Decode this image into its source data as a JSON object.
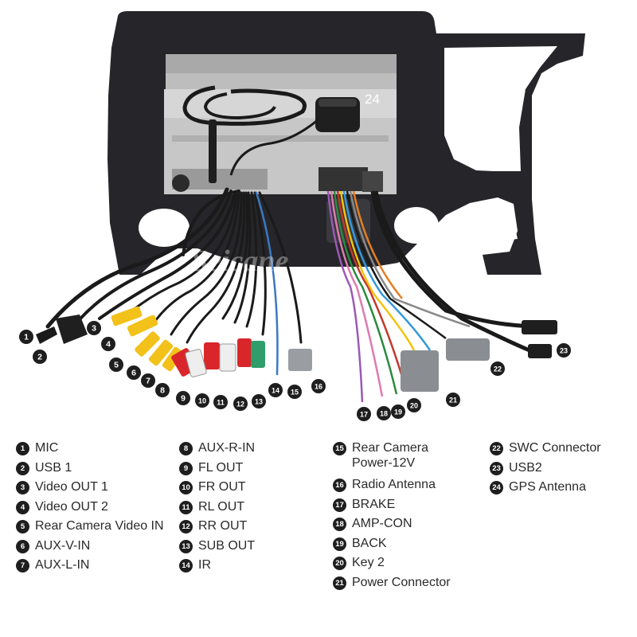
{
  "watermark": "Seicane",
  "gps_tag": "24",
  "legend": [
    {
      "num": "1",
      "label": "MIC"
    },
    {
      "num": "2",
      "label": "USB 1"
    },
    {
      "num": "3",
      "label": "Video OUT 1"
    },
    {
      "num": "4",
      "label": "Video OUT 2"
    },
    {
      "num": "5",
      "label": "Rear Camera Video IN"
    },
    {
      "num": "6",
      "label": "AUX-V-IN"
    },
    {
      "num": "7",
      "label": "AUX-L-IN"
    },
    {
      "num": "8",
      "label": "AUX-R-IN"
    },
    {
      "num": "9",
      "label": "FL OUT"
    },
    {
      "num": "10",
      "label": "FR OUT"
    },
    {
      "num": "11",
      "label": "RL OUT"
    },
    {
      "num": "12",
      "label": "RR OUT"
    },
    {
      "num": "13",
      "label": "SUB OUT"
    },
    {
      "num": "14",
      "label": "IR"
    },
    {
      "num": "15",
      "label": "Rear Camera\nPower-12V"
    },
    {
      "num": "16",
      "label": "Radio Antenna"
    },
    {
      "num": "17",
      "label": "BRAKE"
    },
    {
      "num": "18",
      "label": "AMP-CON"
    },
    {
      "num": "19",
      "label": "BACK"
    },
    {
      "num": "20",
      "label": "Key 2"
    },
    {
      "num": "21",
      "label": "Power Connector"
    },
    {
      "num": "22",
      "label": "SWC Connector"
    },
    {
      "num": "23",
      "label": "USB2"
    },
    {
      "num": "24",
      "label": "GPS Antenna"
    }
  ],
  "colors": {
    "frame": "#26262a",
    "unit_metal": "#c9c9c9",
    "rca_yellow": "#f2c21b",
    "rca_red": "#d8262a",
    "rca_white": "#eeeeee",
    "rca_green": "#2f9e6a",
    "badge": "#1e1e1e"
  }
}
